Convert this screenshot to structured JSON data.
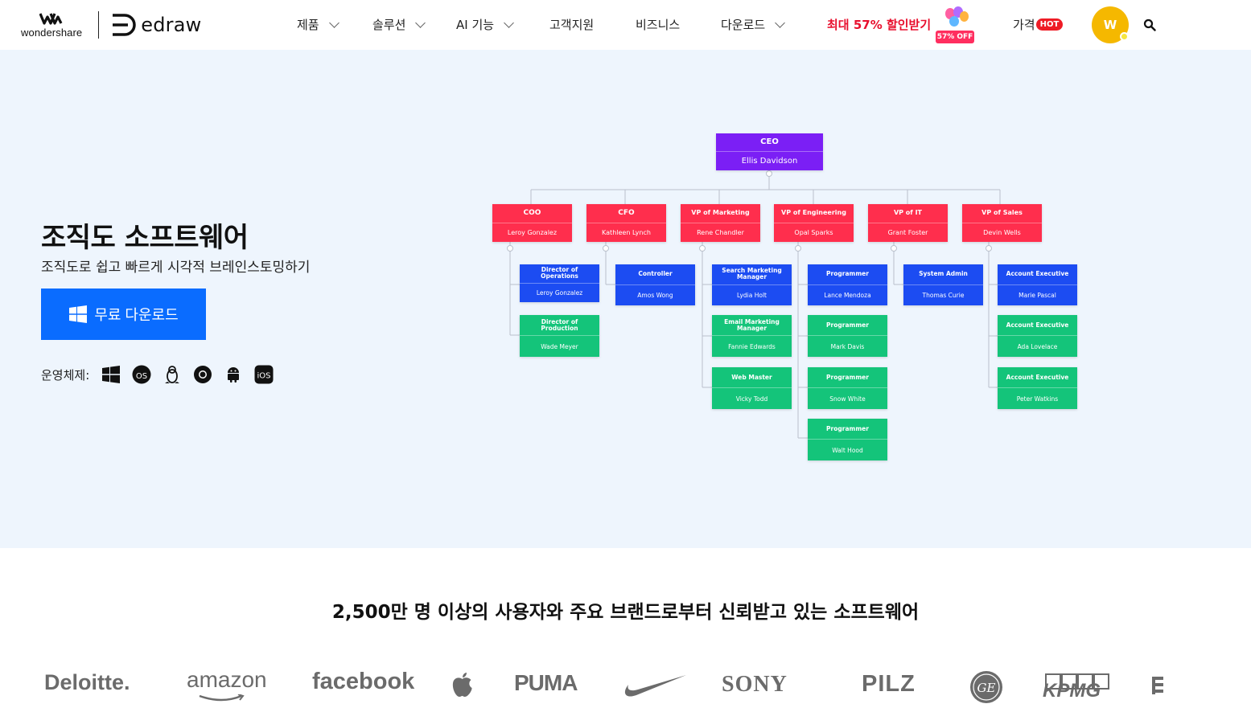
{
  "brand": {
    "wondershare": "wondershare",
    "edraw": "edraw"
  },
  "nav": {
    "products": "제품",
    "solutions": "솔루션",
    "ai": "AI 기능",
    "support": "고객지원",
    "business": "비즈니스",
    "download": "다운로드",
    "promo": "최대 57% 할인받기",
    "promo_badge": "57% OFF",
    "price": "가격",
    "hot": "HOT",
    "avatar_initial": "W"
  },
  "hero": {
    "title": "조직도 소프트웨어",
    "subtitle": "조직도로 쉽고 빠르게 시각적 브레인스토밍하기",
    "download_button": "무료 다운로드",
    "os_label": "운영체제:",
    "os_icons": [
      "windows-icon",
      "macos-icon",
      "linux-icon",
      "chrome-icon",
      "android-icon",
      "ios-icon"
    ]
  },
  "org_chart": {
    "ceo": {
      "title": "CEO",
      "name": "Ellis Davidson"
    },
    "coo": {
      "title": "COO",
      "name": "Leroy Gonzalez"
    },
    "cfo": {
      "title": "CFO",
      "name": "Kathleen Lynch"
    },
    "vpm": {
      "title": "VP of Marketing",
      "name": "Rene Chandler"
    },
    "vpe": {
      "title": "VP of Engineering",
      "name": "Opal Sparks"
    },
    "vpit": {
      "title": "VP of IT",
      "name": "Grant Foster"
    },
    "vps": {
      "title": "VP of Sales",
      "name": "Devin Wells"
    },
    "dops": {
      "title": "Director of Operations",
      "name": "Leroy Gonzalez"
    },
    "dprod": {
      "title": "Director of Production",
      "name": "Wade Meyer"
    },
    "ctrl": {
      "title": "Controller",
      "name": "Amos Wong"
    },
    "smm": {
      "title": "Search Marketing Manager",
      "name": "Lydia Holt"
    },
    "emm": {
      "title": "Email Marketing Manager",
      "name": "Fannie Edwards"
    },
    "web": {
      "title": "Web Master",
      "name": "Vicky Todd"
    },
    "p1": {
      "title": "Programmer",
      "name": "Lance Mendoza"
    },
    "p2": {
      "title": "Programmer",
      "name": "Mark Davis"
    },
    "p3": {
      "title": "Programmer",
      "name": "Snow White"
    },
    "p4": {
      "title": "Programmer",
      "name": "Walt Hood"
    },
    "sa": {
      "title": "System Admin",
      "name": "Thomas Curie"
    },
    "ae1": {
      "title": "Account Executive",
      "name": "Marie Pascal"
    },
    "ae2": {
      "title": "Account Executive",
      "name": "Ada Lovelace"
    },
    "ae3": {
      "title": "Account Executive",
      "name": "Peter Watkins"
    }
  },
  "trust": {
    "heading": "2,500만 명 이상의 사용자와 주요 브랜드로부터 신뢰받고 있는 소프트웨어"
  },
  "logos": {
    "deloitte": "Deloitte.",
    "amazon": "amazon",
    "facebook": "facebook",
    "puma": "PUMA",
    "sony": "SONY",
    "pilz": "PILZ",
    "kpmg": "KPMG"
  },
  "colors": {
    "accent": "#0a6cff",
    "promo": "#e8102e",
    "hero_bg": "#eef5fd",
    "ceo": "#7b1ff5",
    "vp": "#ff2e4d",
    "manager": "#1c4cf2",
    "staff": "#14c47a"
  }
}
